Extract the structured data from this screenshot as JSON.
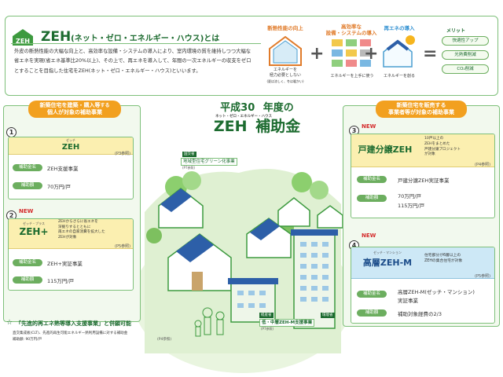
{
  "top": {
    "logo_text": "ZEH",
    "title_main": "ZEH",
    "title_sub": "(ネット・ゼロ・エネルギー・ハウス)とは",
    "description": "外皮の断熱性能の大幅な向上と、高効率な設備・システムの導入により、室内環境の質を維持しつつ大幅な省エネを実現(省エネ基準比20%以上)、その上で、再エネを導入して、年間の一次エネルギーの収支をゼロとすることを目指した住宅をZEH(ネット・ゼロ・エネルギー・ハウス)といいます。",
    "formula": {
      "item1_title": "断熱性能の向上",
      "item1_caption1": "エネルギーを",
      "item1_caption2": "極力必要としない",
      "item1_caption3": "(夏は涼しく、冬は暖かい)",
      "plus": "+",
      "item2_title1": "高効率な",
      "item2_title2": "設備・システムの導入",
      "item2_caption": "エネルギーを上手に使う",
      "item3_title": "再エネの導入",
      "item3_caption": "エネルギーを創る",
      "equals": "="
    },
    "merit": {
      "title": "メリット",
      "items": [
        "快適性アップ",
        "光熱費削減",
        "CO₂削減"
      ]
    }
  },
  "center": {
    "year": "平成30",
    "year_suffix": "年度の",
    "ruby": "ネット・ゼロ・エネルギー・ハウス",
    "title_zeh": "ZEH",
    "title_grant": "補助金",
    "green_infra": "地域型住宅グリーン化事業",
    "green_infra_tag": "国交省",
    "green_infra_ref": "(P7参照)",
    "lowmid": "低・中層ZEH-M支援事業",
    "lowmid_tag": "経産省",
    "lowmid_ref": "(P7参照)",
    "lowmid_tag_right": "環境省"
  },
  "left": {
    "header_line1": "新築住宅を建築・購入等",
    "header_line1_suffix": "する",
    "header_line2": "個人が対象の補助事業",
    "card1": {
      "num": "1",
      "ruby": "ゼッチ",
      "name": "ZEH",
      "ref": "(P3参照)",
      "label_project": "補助金名",
      "project": "ZEH支援事業",
      "label_amount": "補助額",
      "amount": "70万円/戸"
    },
    "card2": {
      "num": "2",
      "new": "NEW",
      "ruby": "ゼッチ・プラス",
      "name": "ZEH+",
      "desc1": "ZEHからさらに省エネを",
      "desc2": "深掘りするとともに",
      "desc3": "再エネの自家消費を拡大した",
      "desc4": "ZEHが対象",
      "ref": "(P5参照)",
      "label_project": "補助金名",
      "project": "ZEH+実証事業",
      "label_amount": "補助額",
      "amount": "115万円/戸"
    }
  },
  "right": {
    "header_line1": "新築住宅を販売する",
    "header_line2": "事業者等が対象の補助事業",
    "card3": {
      "num": "3",
      "new": "NEW",
      "name": "戸建分譲ZEH",
      "desc1": "10戸以上の",
      "desc2": "ZEHをまとめた",
      "desc3": "戸建分譲プロジェクト",
      "desc4": "が対象",
      "ref": "(P4参照)",
      "label_project": "補助金名",
      "project": "戸建分譲ZEH実証事業",
      "label_amount": "補助額",
      "amount1": "70万円/戸",
      "amount2": "115万円/戸"
    },
    "card4": {
      "num": "4",
      "new": "NEW",
      "ruby": "ゼッチ・マンション",
      "name": "高層ZEH-M",
      "desc1": "住宅部分が6層以上の",
      "desc2": "ZEHの集合住宅が対象",
      "ref": "(P5参照)",
      "label_project": "補助金名",
      "project1": "高層ZEH-M(ゼッチ・マンション)",
      "project2": "実証事業",
      "label_amount": "補助額",
      "amount": "補助対象経費の2/3"
    }
  },
  "bottom": {
    "headline": "「先進的再エネ熱等導入支援事業」と併願可能",
    "line1": "直交集成板(CLT)、先進的再生可能エネルギー熱利用設備に対する補助金",
    "line2": "補助額: 90万円/戸",
    "ref": "(P4参照)"
  },
  "colors": {
    "green_dark": "#1c6b2f",
    "green_border": "#7ec07a",
    "green_pill": "#6cae5f",
    "orange": "#f2a01f",
    "red": "#d42b2b",
    "yellow_banner": "#fbefb0",
    "blue_banner": "#cde8f6"
  }
}
